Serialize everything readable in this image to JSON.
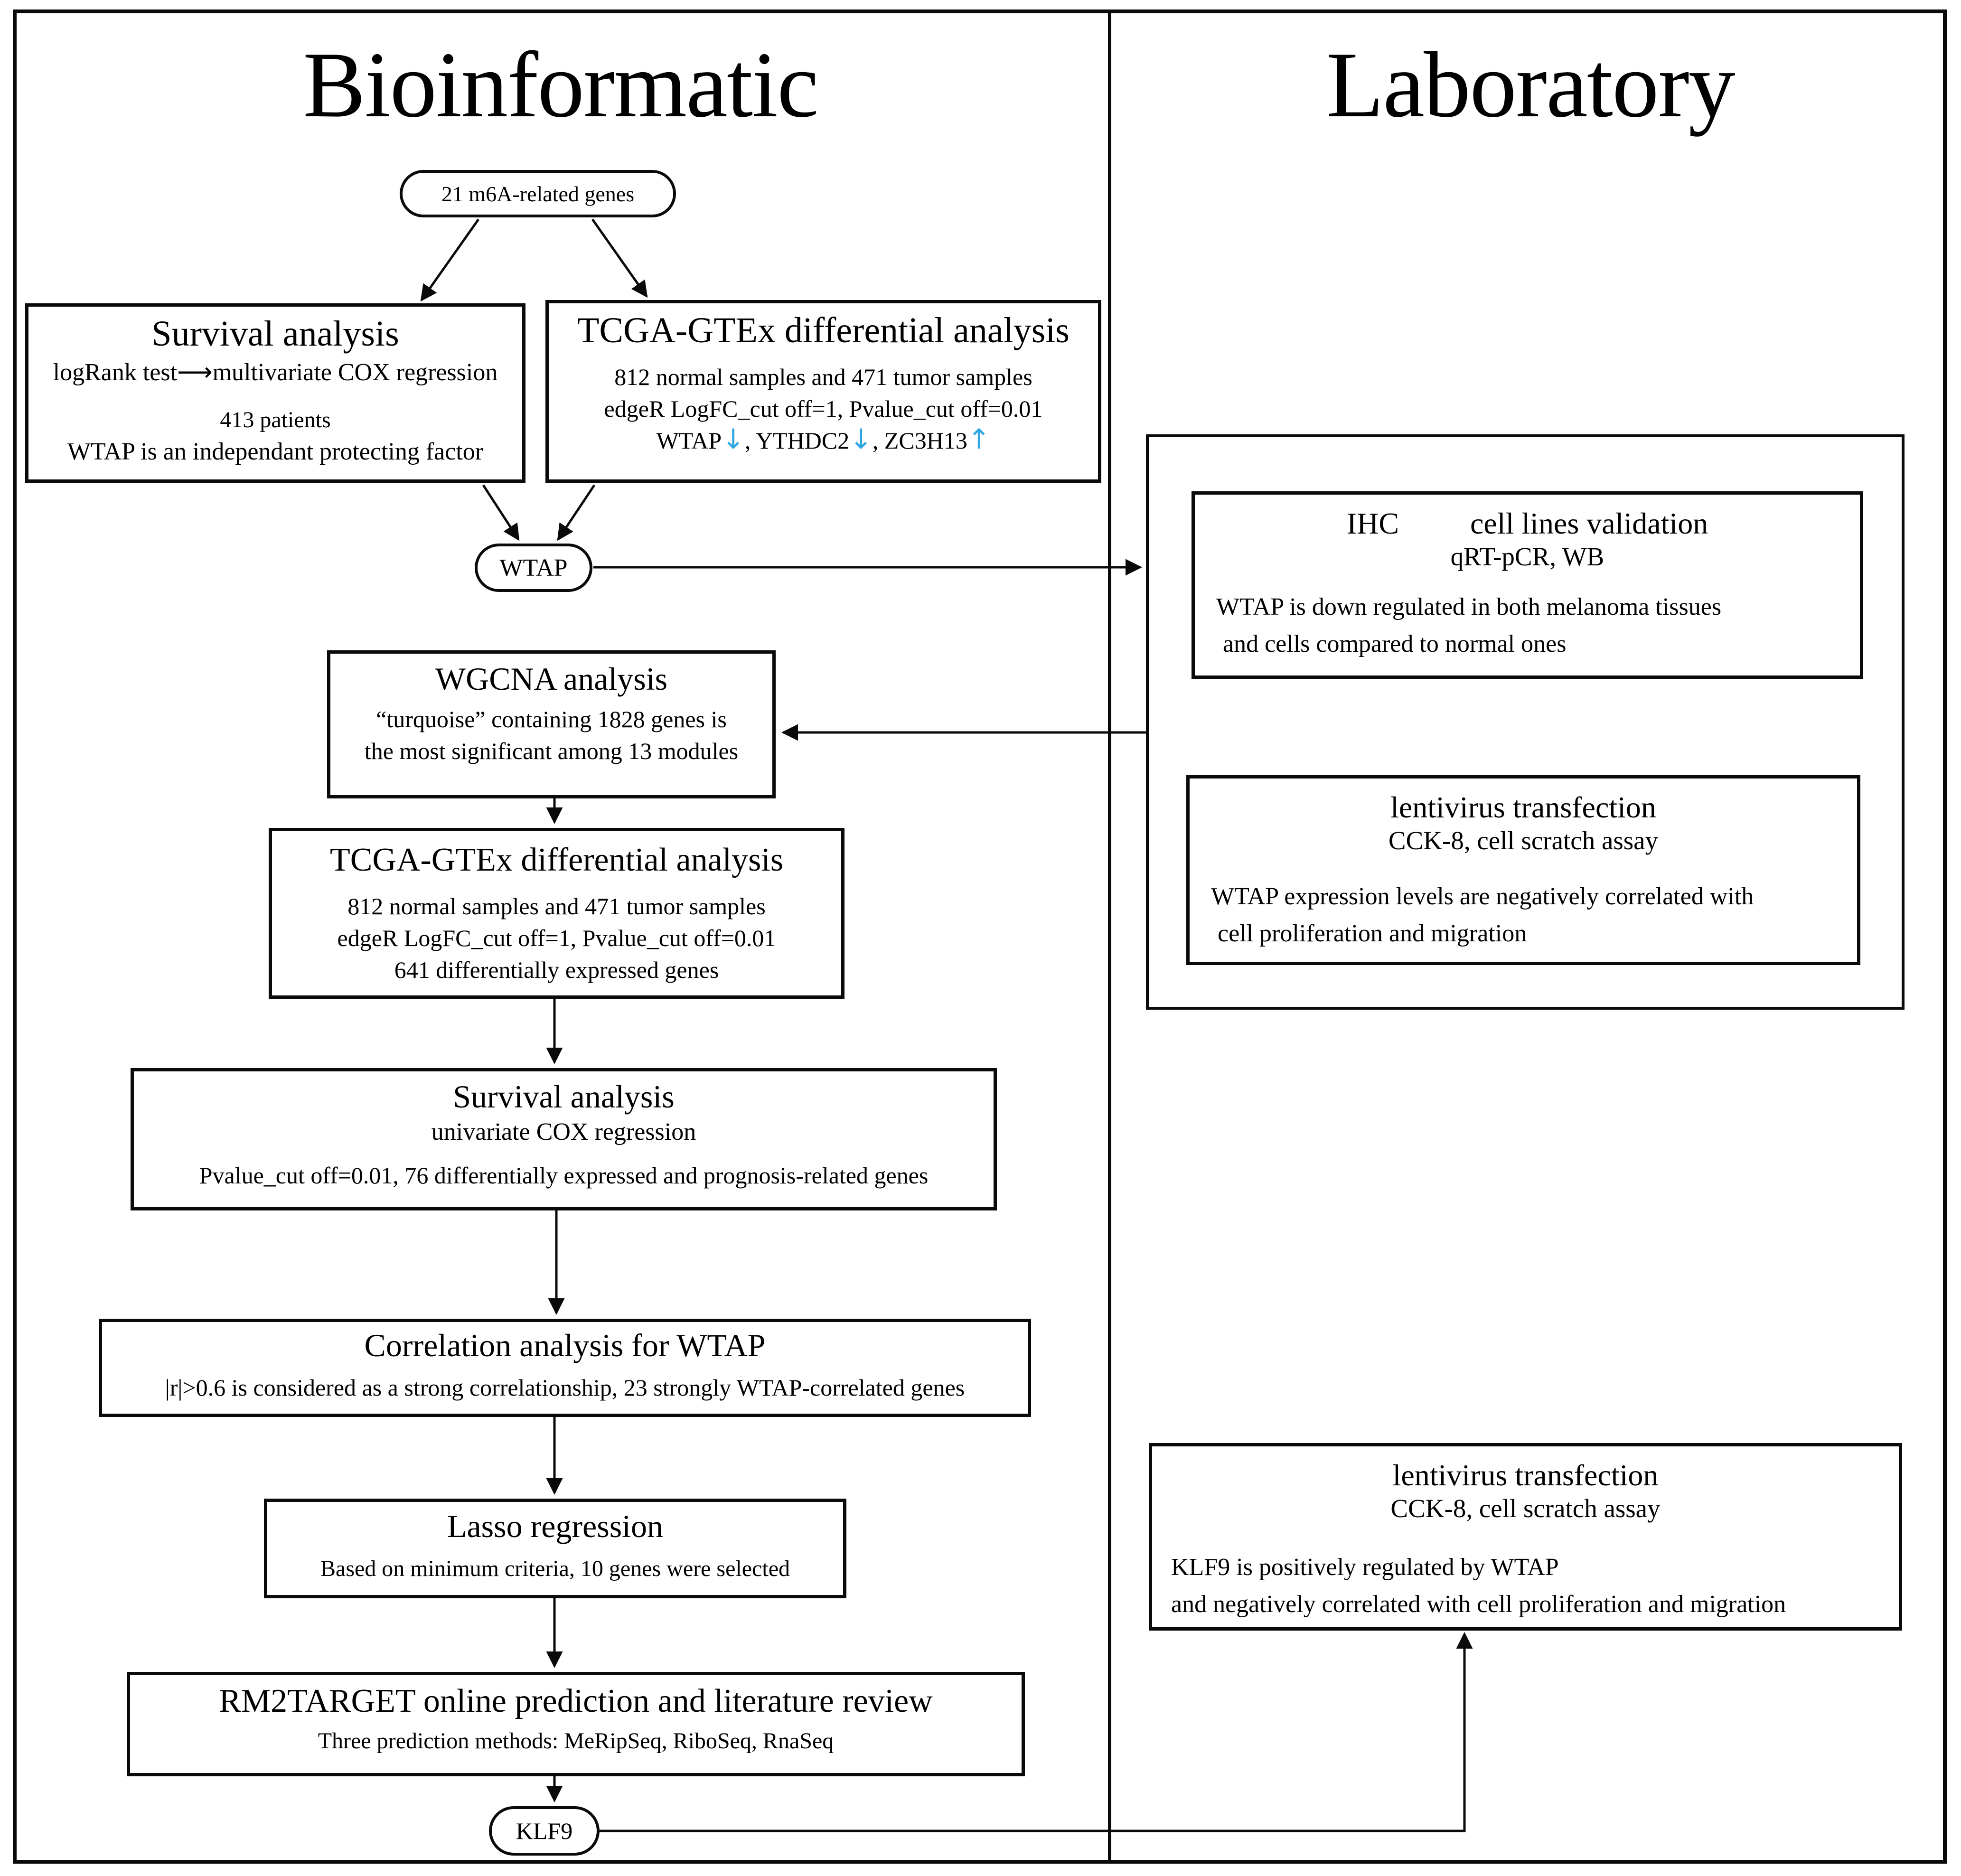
{
  "colors": {
    "ink": "#0a0a0a",
    "arrow_blue": "#2FA8E1"
  },
  "header": {
    "left": "Bioinformatic",
    "right": "Laboratory"
  },
  "left": {
    "m6a": "21 m6A-related genes",
    "survival1": {
      "title": "Survival analysis",
      "method": "logRank test⟶multivariate COX regression",
      "patients": "413 patients",
      "result": "WTAP is an independant protecting factor"
    },
    "tcga1": {
      "title": "TCGA-GTEx differential analysis",
      "line1": "812 normal samples and 471 tumor samples",
      "line2": "edgeR LogFC_cut off=1, Pvalue_cut off=0.01",
      "gene1": "WTAP",
      "arrow1": "↓",
      "sep1": ", ",
      "gene2": "YTHDC2",
      "arrow2": "↓",
      "sep2": ", ",
      "gene3": "ZC3H13",
      "arrow3": "↑"
    },
    "wtap": "WTAP",
    "wgcna": {
      "title": "WGCNA analysis",
      "line1": "“turquoise”  containing 1828 genes is",
      "line2": "the most significant among 13 modules"
    },
    "tcga2": {
      "title": "TCGA-GTEx differential analysis",
      "line1": "812 normal samples and 471 tumor samples",
      "line2": "edgeR LogFC_cut off=1, Pvalue_cut off=0.01",
      "line3": "641 differentially expressed genes"
    },
    "survival2": {
      "title": "Survival analysis",
      "method": "univariate COX regression",
      "result": "Pvalue_cut off=0.01, 76 differentially expressed and prognosis-related genes"
    },
    "correlation": {
      "title": "Correlation analysis for WTAP",
      "result": "|r|>0.6 is considered as a strong correlationship, 23 strongly WTAP-correlated genes"
    },
    "lasso": {
      "title": "Lasso regression",
      "result": "Based on minimum criteria, 10 genes were selected"
    },
    "rm2target": {
      "title": "RM2TARGET online prediction and literature review",
      "result": "Three prediction methods: MeRipSeq, RiboSeq, RnaSeq"
    },
    "klf9": "KLF9"
  },
  "right": {
    "ihc": {
      "title_left": "IHC",
      "title_right": "cell lines validation",
      "subtitle": "qRT-pCR, WB",
      "body1": "WTAP is down regulated in both melanoma tissues",
      "body2": "and cells compared to normal ones"
    },
    "lenti1": {
      "title": "lentivirus transfection",
      "subtitle": "CCK-8, cell scratch assay",
      "body1": "WTAP expression levels are negatively correlated with",
      "body2": "cell proliferation and migration"
    },
    "lenti2": {
      "title": "lentivirus transfection",
      "subtitle": "CCK-8, cell scratch assay",
      "body1": "KLF9 is positively regulated by WTAP",
      "body2": "and negatively correlated with cell proliferation and migration"
    }
  }
}
